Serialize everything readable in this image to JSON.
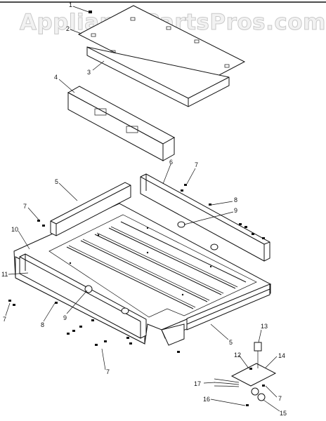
{
  "watermark": "AppliancePartsPros.com",
  "callouts": {
    "c1": "1",
    "c2": "2",
    "c3": "3",
    "c4": "4",
    "c5a": "5",
    "c5b": "5",
    "c6": "6",
    "c7a": "7",
    "c7b": "7",
    "c7c": "7",
    "c7d": "7",
    "c7e": "7",
    "c8a": "8",
    "c8b": "8",
    "c9a": "9",
    "c9b": "9",
    "c10": "10",
    "c11": "11",
    "c12": "12",
    "c13": "13",
    "c14": "14",
    "c15": "15",
    "c16": "16",
    "c17": "17"
  }
}
